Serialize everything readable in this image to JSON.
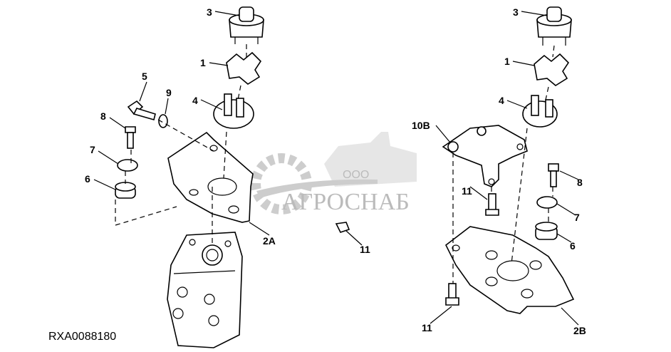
{
  "diagram": {
    "reference_code": "RXA0088180",
    "left_assembly_labels": [
      "3",
      "1",
      "5",
      "9",
      "4",
      "8",
      "7",
      "6",
      "2A",
      "11"
    ],
    "right_assembly_labels": [
      "3",
      "1",
      "4",
      "10B",
      "11",
      "8",
      "7",
      "6",
      "11",
      "2B"
    ]
  },
  "watermark": {
    "company_prefix": "ООО",
    "company_name": "АГРОСНАБ"
  }
}
